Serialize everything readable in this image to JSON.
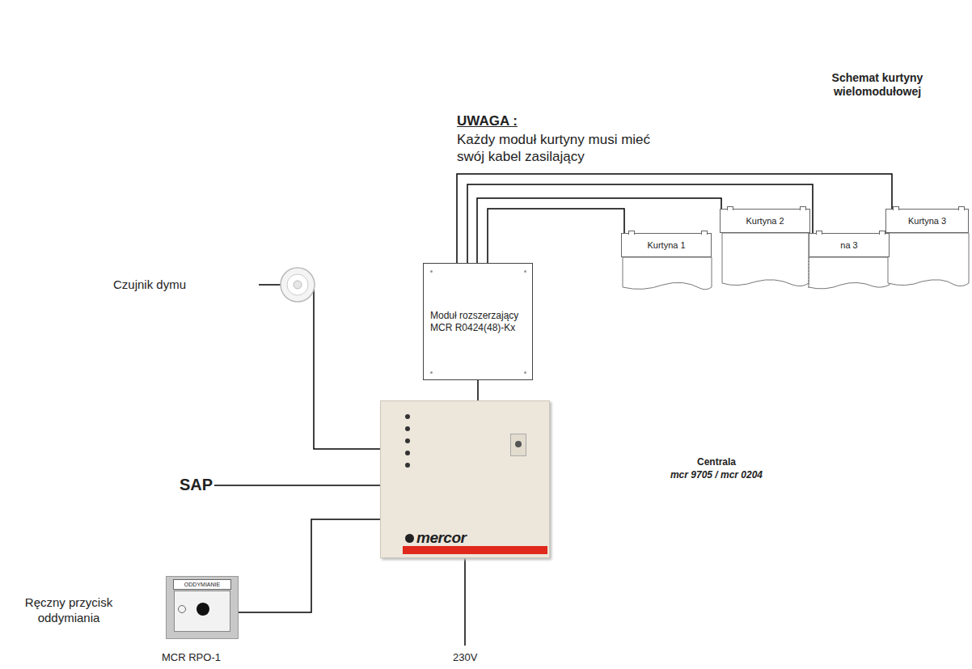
{
  "diagram": {
    "title": "Schemat kurtyny wielomodułowej",
    "nodes": [
      {
        "text": [
          "Kurtyna 1"
        ]
      },
      {
        "text": [
          "Kurtyna 2"
        ]
      },
      {
        "text": [
          "na 3"
        ]
      },
      {
        "text": [
          "Kurtyna 3"
        ]
      },
      {
        "text": [
          "Moduł rozszerzający MCR R0424(48)-Kx"
        ]
      },
      {
        "text": [
          "Centrala",
          "mcr 9705 / mcr 0204",
          "mercor"
        ]
      },
      {
        "text": [
          "ODDYMIANIE"
        ]
      }
    ],
    "edges": [
      {
        "from": 4,
        "to": 0,
        "arrow": "none"
      },
      {
        "from": 4,
        "to": 1,
        "arrow": "none"
      },
      {
        "from": 4,
        "to": 2,
        "arrow": "none"
      },
      {
        "from": 4,
        "to": 3,
        "arrow": "none"
      },
      {
        "from": 5,
        "to": 4,
        "arrow": "none"
      },
      {
        "from": 6,
        "to": 5,
        "arrow": "none"
      }
    ],
    "labels": [
      "UWAGA :",
      "Każdy moduł kurtyny musi mieć swój kabel zasilający",
      "Czujnik dymu",
      "SAP",
      "Ręczny przycisk oddymiania",
      "MCR RPO-1",
      "230V"
    ]
  }
}
